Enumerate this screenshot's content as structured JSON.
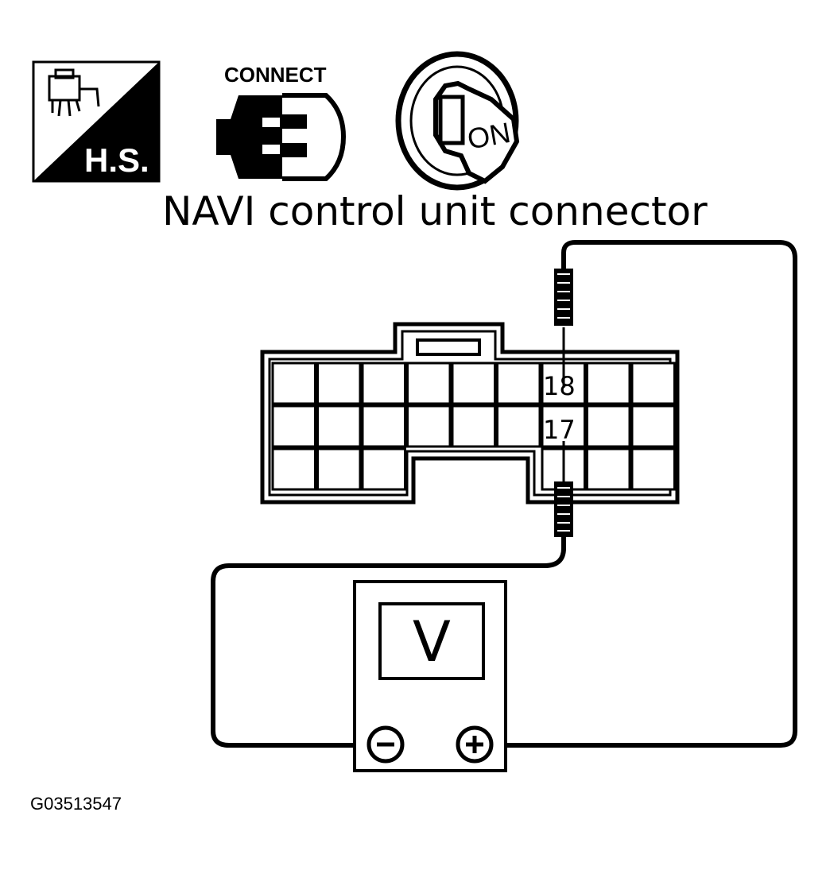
{
  "title": "NAVI control unit connector",
  "icons": {
    "harness_side": {
      "label": "H.S.",
      "icon": "harness-connector-icon"
    },
    "connect": {
      "label": "CONNECT",
      "icon": "connector-icon"
    },
    "ignition": {
      "label": "ON",
      "icon": "ignition-key-icon"
    }
  },
  "connector": {
    "terminal_positive": "18",
    "terminal_negative": "17"
  },
  "voltmeter": {
    "display": "V",
    "negative_symbol": "−",
    "positive_symbol": "+"
  },
  "figure_code": "G03513547",
  "colors": {
    "ink": "#000000",
    "paper": "#ffffff"
  }
}
